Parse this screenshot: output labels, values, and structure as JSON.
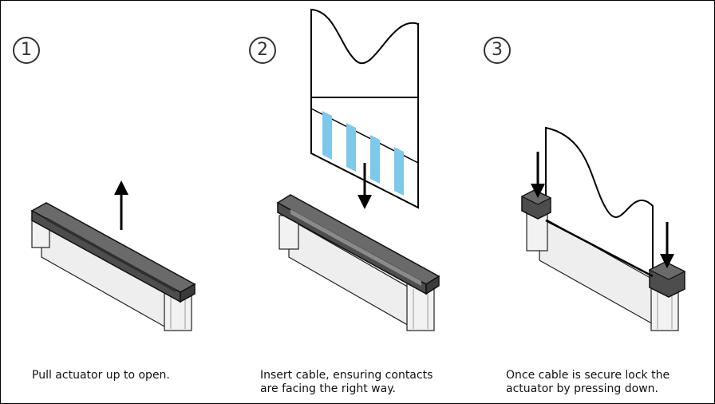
{
  "steps": [
    {
      "number": "1",
      "caption_lines": [
        "Pull actuator up to open.",
        ""
      ]
    },
    {
      "number": "2",
      "caption_lines": [
        "Insert cable, ensuring contacts",
        "are facing the right way."
      ]
    },
    {
      "number": "3",
      "caption_lines": [
        "Once cable is secure lock the",
        "actuator by pressing down."
      ]
    }
  ],
  "colors": {
    "actuator": "#4d4d4d",
    "actuator_top": "#6a6a6a",
    "housing": "#e6e6e6",
    "pins": "#c8a040",
    "cable_stripe": "#7ec8ea",
    "outline": "#000000"
  }
}
